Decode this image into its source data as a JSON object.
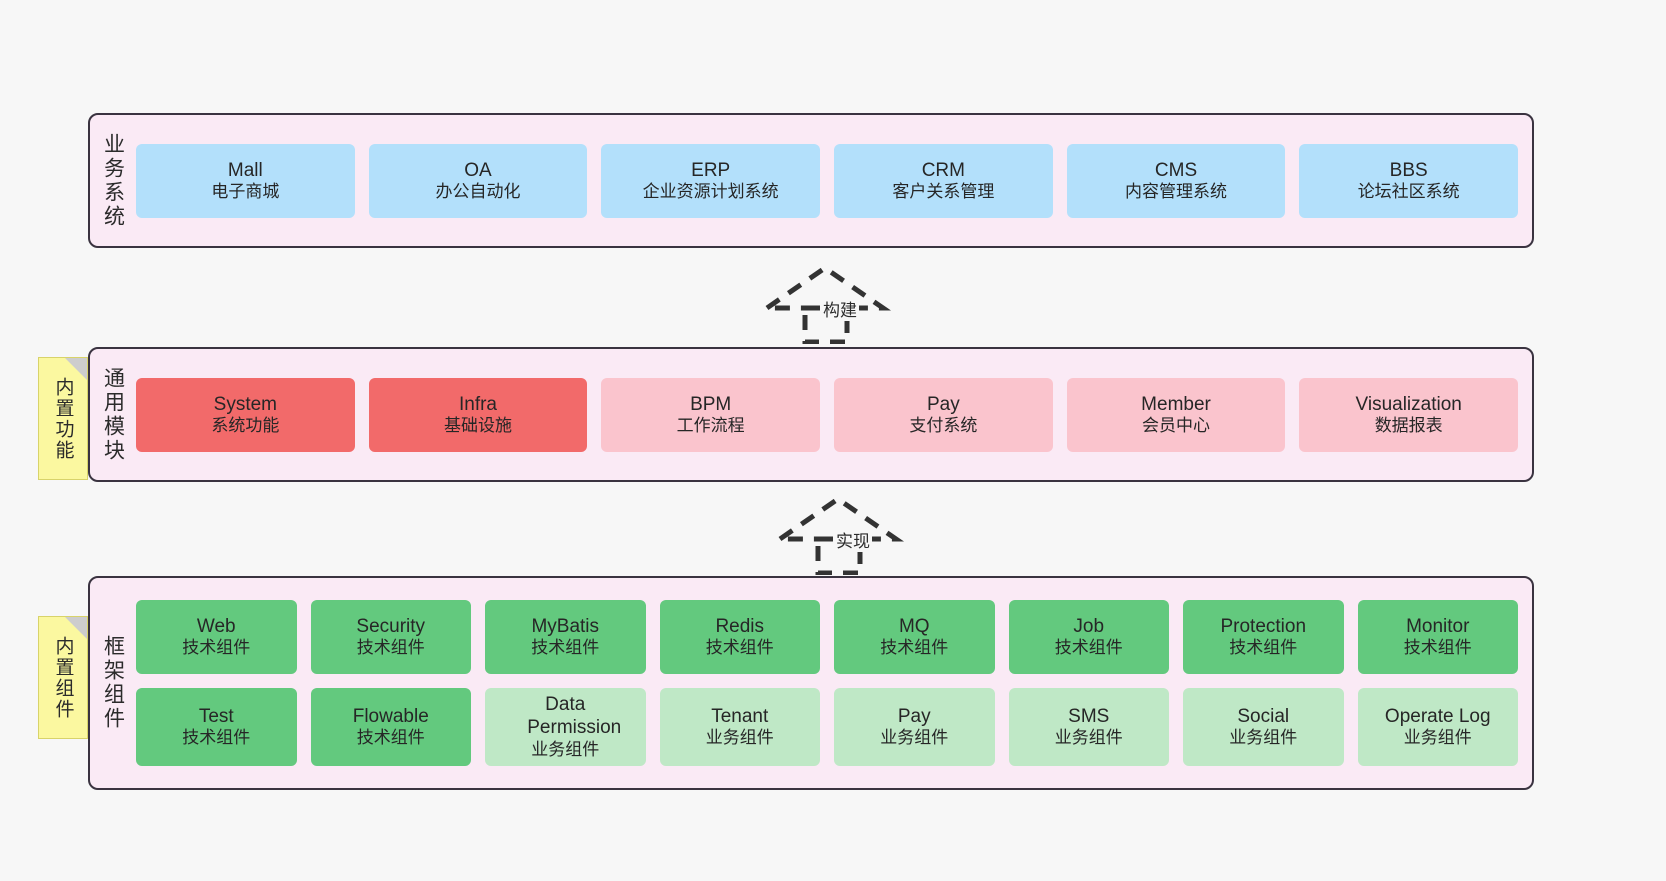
{
  "diagram": {
    "layers": [
      {
        "id": "business-systems",
        "title": "业务系统",
        "rows": [
          [
            {
              "name": "Mall",
              "desc": "电子商城",
              "color": "blue"
            },
            {
              "name": "OA",
              "desc": "办公自动化",
              "color": "blue"
            },
            {
              "name": "ERP",
              "desc": "企业资源计划系统",
              "color": "blue"
            },
            {
              "name": "CRM",
              "desc": "客户关系管理",
              "color": "blue"
            },
            {
              "name": "CMS",
              "desc": "内容管理系统",
              "color": "blue"
            },
            {
              "name": "BBS",
              "desc": "论坛社区系统",
              "color": "blue"
            }
          ]
        ]
      },
      {
        "id": "common-modules",
        "title": "通用模块",
        "sticky": "内置功能",
        "rows": [
          [
            {
              "name": "System",
              "desc": "系统功能",
              "color": "red"
            },
            {
              "name": "Infra",
              "desc": "基础设施",
              "color": "red"
            },
            {
              "name": "BPM",
              "desc": "工作流程",
              "color": "pink"
            },
            {
              "name": "Pay",
              "desc": "支付系统",
              "color": "pink"
            },
            {
              "name": "Member",
              "desc": "会员中心",
              "color": "pink"
            },
            {
              "name": "Visualization",
              "desc": "数据报表",
              "color": "pink"
            }
          ]
        ]
      },
      {
        "id": "framework-components",
        "title": "框架组件",
        "sticky": "内置组件",
        "rows": [
          [
            {
              "name": "Web",
              "desc": "技术组件",
              "color": "green"
            },
            {
              "name": "Security",
              "desc": "技术组件",
              "color": "green"
            },
            {
              "name": "MyBatis",
              "desc": "技术组件",
              "color": "green"
            },
            {
              "name": "Redis",
              "desc": "技术组件",
              "color": "green"
            },
            {
              "name": "MQ",
              "desc": "技术组件",
              "color": "green"
            },
            {
              "name": "Job",
              "desc": "技术组件",
              "color": "green"
            },
            {
              "name": "Protection",
              "desc": "技术组件",
              "color": "green"
            },
            {
              "name": "Monitor",
              "desc": "技术组件",
              "color": "green"
            }
          ],
          [
            {
              "name": "Test",
              "desc": "技术组件",
              "color": "green"
            },
            {
              "name": "Flowable",
              "desc": "技术组件",
              "color": "green"
            },
            {
              "name": "Data Permission",
              "desc": "业务组件",
              "color": "lightgreen"
            },
            {
              "name": "Tenant",
              "desc": "业务组件",
              "color": "lightgreen"
            },
            {
              "name": "Pay",
              "desc": "业务组件",
              "color": "lightgreen"
            },
            {
              "name": "SMS",
              "desc": "业务组件",
              "color": "lightgreen"
            },
            {
              "name": "Social",
              "desc": "业务组件",
              "color": "lightgreen"
            },
            {
              "name": "Operate Log",
              "desc": "业务组件",
              "color": "lightgreen"
            }
          ]
        ]
      }
    ],
    "connectors": [
      {
        "id": "build",
        "label": "构建"
      },
      {
        "id": "implement",
        "label": "实现"
      }
    ],
    "colors": {
      "layer_background": "#faeaf5",
      "layer_border": "#3a3340",
      "blue": "#b3e0fb",
      "red": "#f26a6a",
      "pink": "#fac4cd",
      "green": "#63c97e",
      "light_green": "#bfe8c6",
      "sticky_note": "#fbf8a0",
      "canvas": "#f7f7f7"
    }
  }
}
